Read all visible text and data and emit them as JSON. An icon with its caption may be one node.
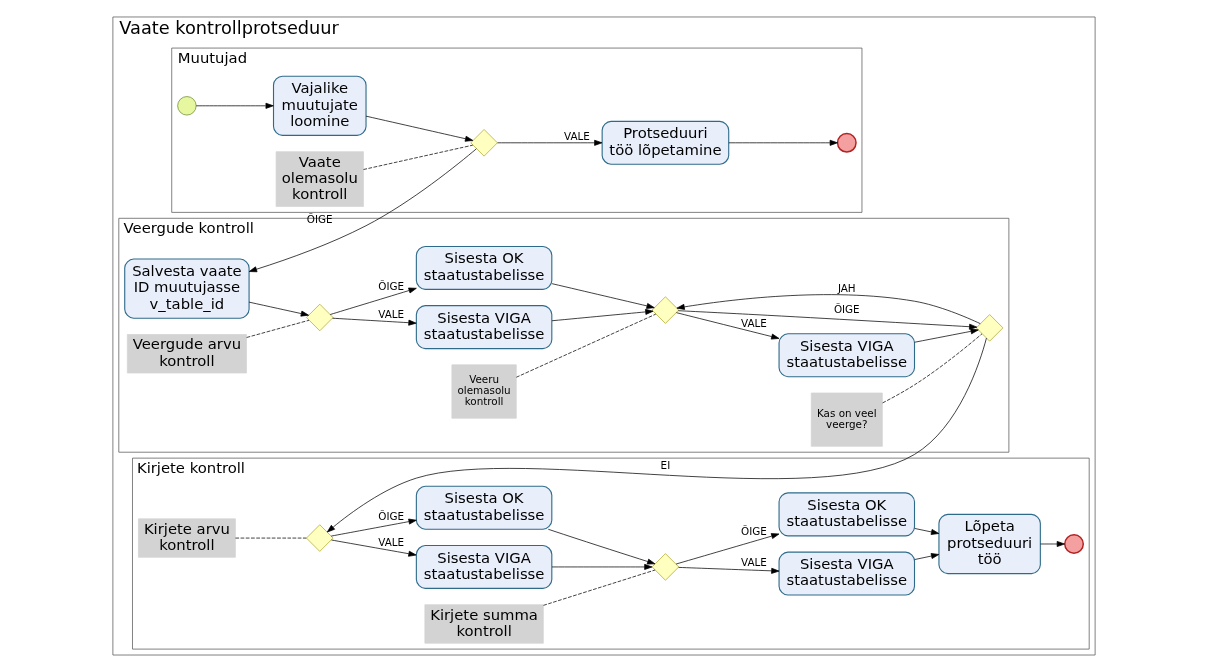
{
  "diagram": {
    "nodes": [
      {
        "text": [
          "Vaate kontrollprotseduur"
        ]
      },
      {
        "text": [
          "Muutujad"
        ],
        "in": 0
      },
      {
        "text": [
          "Veergude kontroll"
        ],
        "in": 0
      },
      {
        "text": [
          "Kirjete kontroll"
        ],
        "in": 0
      },
      {
        "text": [],
        "shape": "circle",
        "in": 1
      },
      {
        "text": [
          "Vajalike muutujate loomine"
        ],
        "in": 1
      },
      {
        "text": [
          "Vaate olemasolu kontroll"
        ],
        "in": 1
      },
      {
        "text": [],
        "shape": "diamond",
        "in": 1
      },
      {
        "text": [
          "Protseduuri töö lõpetamine"
        ],
        "in": 1
      },
      {
        "text": [],
        "shape": "circle",
        "in": 1
      },
      {
        "text": [
          "Salvesta vaate ID muutujasse v_table_id"
        ],
        "in": 2
      },
      {
        "text": [
          "Veergude arvu kontroll"
        ],
        "in": 2
      },
      {
        "text": [],
        "shape": "diamond",
        "in": 2
      },
      {
        "text": [
          "Sisesta VIGA staatustabelisse"
        ],
        "in": 2
      },
      {
        "text": [
          "Sisesta OK staatustabelisse"
        ],
        "in": 2
      },
      {
        "text": [
          "Veeru olemasolu kontroll"
        ],
        "in": 2
      },
      {
        "text": [],
        "shape": "diamond",
        "in": 2
      },
      {
        "text": [
          "Sisesta VIGA staatustabelisse"
        ],
        "in": 2
      },
      {
        "text": [],
        "shape": "diamond",
        "in": 2
      },
      {
        "text": [
          "Kas on veel veerge?"
        ],
        "in": 2
      },
      {
        "text": [
          "Kirjete arvu kontroll"
        ],
        "in": 3
      },
      {
        "text": [],
        "shape": "diamond",
        "in": 3
      },
      {
        "text": [
          "Sisesta VIGA staatustabelisse"
        ],
        "in": 3
      },
      {
        "text": [
          "Sisesta OK staatustabelisse"
        ],
        "in": 3
      },
      {
        "text": [
          "Kirjete summa kontroll"
        ],
        "in": 3
      },
      {
        "text": [],
        "shape": "diamond",
        "in": 3
      },
      {
        "text": [
          "Sisesta VIGA staatustabelisse"
        ],
        "in": 3
      },
      {
        "text": [
          "Sisesta OK staatustabelisse"
        ],
        "in": 3
      },
      {
        "text": [
          "Lõpeta protseduuri töö"
        ],
        "in": 3
      },
      {
        "text": [],
        "shape": "circle",
        "in": 3
      }
    ],
    "edges": [
      {
        "from": 4,
        "to": 5,
        "arrow": "to"
      },
      {
        "from": 5,
        "to": 7,
        "arrow": "to"
      },
      {
        "from": 6,
        "to": 7,
        "arrow": "none",
        "style": "dashed"
      },
      {
        "from": 7,
        "to": 8,
        "arrow": "to",
        "label": "VALE"
      },
      {
        "from": 8,
        "to": 9,
        "arrow": "to"
      },
      {
        "from": 7,
        "to": 10,
        "arrow": "to",
        "label": "ÕIGE"
      },
      {
        "from": 10,
        "to": 12,
        "arrow": "to"
      },
      {
        "from": 11,
        "to": 12,
        "arrow": "none",
        "style": "dashed"
      },
      {
        "from": 12,
        "to": 13,
        "arrow": "to",
        "label": "VALE"
      },
      {
        "from": 12,
        "to": 14,
        "arrow": "to",
        "label": "ÕIGE"
      },
      {
        "from": 13,
        "to": 16,
        "arrow": "to"
      },
      {
        "from": 14,
        "to": 16,
        "arrow": "to"
      },
      {
        "from": 15,
        "to": 16,
        "arrow": "none",
        "style": "dashed"
      },
      {
        "from": 16,
        "to": 17,
        "arrow": "to",
        "label": "VALE"
      },
      {
        "from": 16,
        "to": 18,
        "arrow": "to",
        "label": "ÕIGE"
      },
      {
        "from": 17,
        "to": 18,
        "arrow": "to"
      },
      {
        "from": 18,
        "to": 16,
        "arrow": "to",
        "label": "JAH"
      },
      {
        "from": 19,
        "to": 18,
        "arrow": "none",
        "style": "dashed"
      },
      {
        "from": 18,
        "to": 21,
        "arrow": "to",
        "label": "EI"
      },
      {
        "from": 20,
        "to": 21,
        "arrow": "none",
        "style": "dashed"
      },
      {
        "from": 21,
        "to": 22,
        "arrow": "to",
        "label": "VALE"
      },
      {
        "from": 21,
        "to": 23,
        "arrow": "to",
        "label": "ÕIGE"
      },
      {
        "from": 22,
        "to": 25,
        "arrow": "to"
      },
      {
        "from": 23,
        "to": 25,
        "arrow": "to"
      },
      {
        "from": 24,
        "to": 25,
        "arrow": "none",
        "style": "dashed"
      },
      {
        "from": 25,
        "to": 26,
        "arrow": "to",
        "label": "VALE"
      },
      {
        "from": 25,
        "to": 27,
        "arrow": "to",
        "label": "ÕIGE"
      },
      {
        "from": 26,
        "to": 28,
        "arrow": "to"
      },
      {
        "from": 27,
        "to": 28,
        "arrow": "to"
      },
      {
        "from": 28,
        "to": 29,
        "arrow": "to"
      }
    ]
  }
}
